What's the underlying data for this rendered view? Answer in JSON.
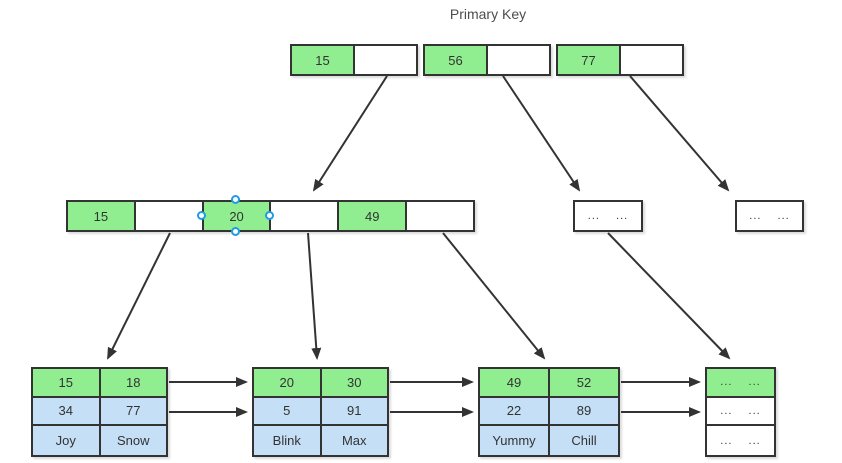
{
  "title": "Primary Key",
  "palette": {
    "key_fill": "#90EE90",
    "data_fill": "#C4DFF6",
    "border": "#333333",
    "selection_handle": "#1E9BE9"
  },
  "root_node": {
    "cells": [
      "15",
      "",
      "56",
      "",
      "77",
      ""
    ]
  },
  "internal_node": {
    "cells": [
      "15",
      "",
      "20",
      "",
      "49",
      ""
    ],
    "selected_value": "20"
  },
  "overflow_nodes": [
    {
      "label": "... ..."
    },
    {
      "label": "... ..."
    }
  ],
  "leaf_nodes": [
    {
      "rows": [
        [
          "15",
          "18"
        ],
        [
          "34",
          "77"
        ],
        [
          "Joy",
          "Snow"
        ]
      ]
    },
    {
      "rows": [
        [
          "20",
          "30"
        ],
        [
          "5",
          "91"
        ],
        [
          "Blink",
          "Max"
        ]
      ]
    },
    {
      "rows": [
        [
          "49",
          "52"
        ],
        [
          "22",
          "89"
        ],
        [
          "Yummy",
          "Chill"
        ]
      ]
    },
    {
      "rows": [
        [
          "... ..."
        ],
        [
          "... ..."
        ],
        [
          "... ..."
        ]
      ]
    }
  ]
}
